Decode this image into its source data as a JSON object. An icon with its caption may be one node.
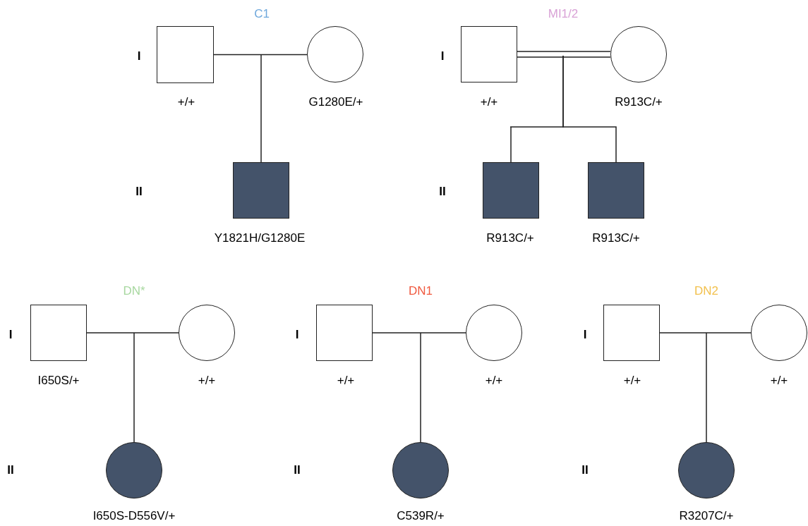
{
  "diagram": {
    "nodes": [
      {
        "text": [],
        "shape": "box",
        "beside": [
          "+/+"
        ]
      },
      {
        "text": [],
        "shape": "circle",
        "beside": [
          "G1280E/+"
        ]
      },
      {
        "text": [],
        "shape": "box",
        "beside": [
          "+/+"
        ]
      },
      {
        "text": [],
        "shape": "circle",
        "beside": [
          "R913C/+"
        ]
      },
      {
        "text": [],
        "shape": "box",
        "beside": [
          "Y1821H/G1280E"
        ]
      },
      {
        "text": [],
        "shape": "box",
        "beside": [
          "R913C/+"
        ]
      },
      {
        "text": [],
        "shape": "box",
        "beside": [
          "R913C/+"
        ]
      },
      {
        "text": [],
        "shape": "box",
        "beside": [
          "I650S/+"
        ]
      },
      {
        "text": [],
        "shape": "circle",
        "beside": [
          "+/+"
        ]
      },
      {
        "text": [],
        "shape": "box",
        "beside": [
          "+/+"
        ]
      },
      {
        "text": [],
        "shape": "circle",
        "beside": [
          "+/+"
        ]
      },
      {
        "text": [],
        "shape": "box",
        "beside": [
          "+/+"
        ]
      },
      {
        "text": [],
        "shape": "circle",
        "beside": [
          "+/+"
        ]
      },
      {
        "text": [],
        "shape": "circle",
        "beside": [
          "I650S-D556V/+"
        ]
      },
      {
        "text": [],
        "shape": "circle",
        "beside": [
          "C539R/+"
        ]
      },
      {
        "text": [],
        "shape": "circle",
        "beside": [
          "R3207C/+"
        ]
      }
    ],
    "edges": [
      {
        "from": 0,
        "to": 1,
        "arrow": "none"
      },
      {
        "from": null,
        "to": 4,
        "arrow": "none"
      },
      {
        "from": 2,
        "to": 3,
        "arrow": "none"
      },
      {
        "from": null,
        "to": 5,
        "arrow": "none"
      },
      {
        "from": null,
        "to": 6,
        "arrow": "none"
      },
      {
        "from": 7,
        "to": 8,
        "arrow": "none"
      },
      {
        "from": null,
        "to": 13,
        "arrow": "none"
      },
      {
        "from": 9,
        "to": 10,
        "arrow": "none"
      },
      {
        "from": null,
        "to": 14,
        "arrow": "none"
      },
      {
        "from": 11,
        "to": 12,
        "arrow": "none"
      },
      {
        "from": null,
        "to": 15,
        "arrow": "none"
      }
    ],
    "labels": [
      "C1",
      "MI1/2",
      "I",
      "I",
      "II",
      "II",
      "DN*",
      "DN1",
      "DN2",
      "I",
      "I",
      "I",
      "II",
      "II",
      "II"
    ]
  }
}
